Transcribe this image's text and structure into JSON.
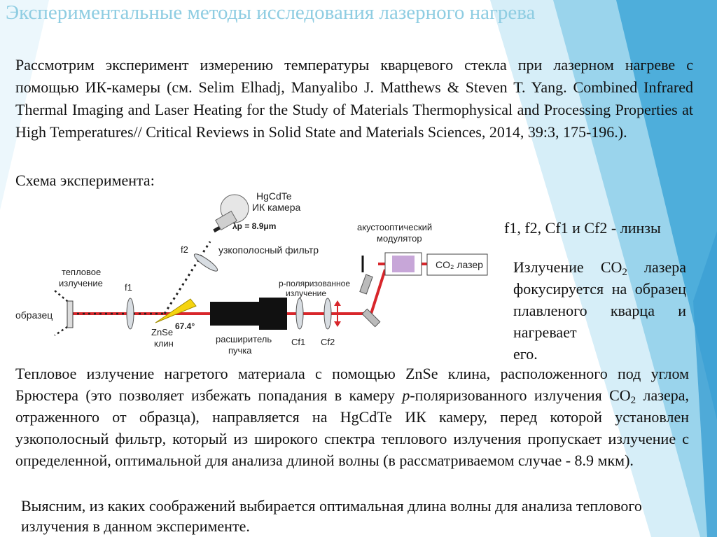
{
  "slide": {
    "title": "Экспериментальные методы исследования лазерного нагрева",
    "intro": {
      "part1": "Рассмотрим эксперимент измерению температуры кварцевого стекла при лазерном нагреве с помощью ИК-камеры (см. ",
      "part2": "Selim Elhadj, Manyalibo J. Matthews & Steven T. Yang. Combined Infrared Thermal Imaging and Laser Heating for the Study of Materials Thermophysical and Processing Properties at High Temperatures// Critical Reviews in Solid State and Materials Sciences, 2014, 39:3, 175-196.)."
    },
    "scheme_label": "Схема эксперимента:",
    "lens_note": "f1, f2, Cf1 и Cf2 - линзы",
    "co2_note": {
      "p1": "Излучение CO",
      "sub": "2",
      "p2": " лазера фокусируется на образец плавленого кварца и нагревает ",
      "p3": "его."
    },
    "body": {
      "a": "Тепловое излучение нагретого материала с помощью ZnSe клина, расположенного под углом Брюстера (это позволяет избежать попадания в камеру ",
      "p": "p",
      "b": "-поляризованного излучения CO",
      "sub": "2",
      "c": " лазера, отраженного от образца), направляется на HgCdTe ИК камеру, перед которой установлен узкополосный фильтр, который из широкого спектра теплового излучения пропускает излучение с определенной, оптимальной для анализа длиной волны (в рассматриваемом случае - 8.9 мкм)."
    },
    "question": "Выясним, из каких соображений выбирается оптимальная длина волны для анализа теплового излучения в данном эксперименте."
  },
  "diagram": {
    "camera_label_1": "HgCdTe",
    "camera_label_2": "ИК камера",
    "wavelength": "λp = 8.9μm",
    "filter_label": "узкополосный фильтр",
    "modulator_1": "акустооптический",
    "modulator_2": "модулятор",
    "laser_label": "CO₂ лазер",
    "thermal_1": "тепловое",
    "thermal_2": "излучение",
    "f1": "f1",
    "f2": "f2",
    "sample": "образец",
    "angle": "67.4°",
    "znse_1": "ZnSe",
    "znse_2": "клин",
    "expander_1": "расширитель",
    "expander_2": "пучка",
    "ppol_1": "p-поляризованное",
    "ppol_2": "излучение",
    "cf1": "Cf1",
    "cf2": "Cf2"
  },
  "colors": {
    "title": "#8fcde2",
    "laser_beam": "#d8262b",
    "wedge": "#f5d40f",
    "bg_blue_light": "#cbe9f5",
    "bg_blue_mid": "#7ec4e4",
    "bg_blue_dark": "#3c9fd3"
  }
}
